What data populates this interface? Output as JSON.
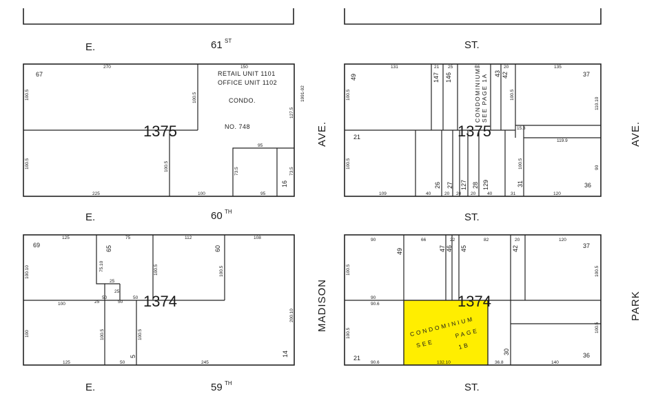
{
  "streets": {
    "s61_e": "E.",
    "s61_name": "61",
    "s61_sup": "ST",
    "s61_st": "ST.",
    "s60_e": "E.",
    "s60_name": "60",
    "s60_sup": "TH",
    "s60_st": "ST.",
    "s59_e": "E.",
    "s59_name": "59",
    "s59_sup": "TH",
    "s59_st": "ST.",
    "madison_ave": "AVE.",
    "madison": "MADISON",
    "park_ave": "AVE.",
    "park": "PARK"
  },
  "blocks": {
    "nw": "1375",
    "ne": "1375",
    "sw": "1374",
    "se": "1374"
  },
  "nw_block": {
    "condo_line1": "RETAIL UNIT 1101",
    "condo_line2": "OFFICE UNIT 1102",
    "condo_line3": "CONDO.",
    "condo_line4": "NO. 748",
    "lot_67": "67",
    "lot_16": "16",
    "d_270": "270",
    "d_150": "150",
    "d_1005a": "100.5",
    "d_1005b": "100.5",
    "d_1005c": "100.5",
    "d_1005d": "100.5",
    "d_1275": "127.5",
    "d_95a": "95",
    "d_95b": "95",
    "d_735a": "73.5",
    "d_735b": "73.5",
    "d_225": "225",
    "d_100": "100",
    "d_margin": "1991-92"
  },
  "ne_block": {
    "condo_v1": "CONDOMINIUM",
    "condo_v2": "SEE PAGE 1A",
    "lot_49": "49",
    "lot_147": "147",
    "lot_146": "146",
    "lot_43": "43",
    "lot_42": "42",
    "lot_37": "37",
    "lot_21": "21",
    "lot_26": "26",
    "lot_27": "27",
    "lot_127": "127",
    "lot_28": "28",
    "lot_129": "129",
    "lot_31": "31",
    "lot_36": "36",
    "d_131": "131",
    "d_21": "21",
    "d_25": "25",
    "d_66": "66",
    "d_20": "20",
    "d_135": "135",
    "d_11010": "110.10",
    "d_1005a": "100.5",
    "d_1005b": "100.5",
    "d_1005c": "100.5",
    "d_1005d": "100.5",
    "d_153": "15.3",
    "d_1199": "119.9",
    "d_90": "90",
    "d_109": "109",
    "d_40a": "40",
    "d_20a": "20",
    "d_20b": "20",
    "d_20c": "20",
    "d_40b": "40",
    "d_31": "31",
    "d_120": "120"
  },
  "sw_block": {
    "lot_69": "69",
    "lot_65": "65",
    "lot_60": "60",
    "lot_5": "5",
    "lot_14": "14",
    "d_125a": "125",
    "d_75": "75",
    "d_112": "112",
    "d_108": "108",
    "d_10010": "100.10",
    "d_7510": "75.10",
    "d_25a": "25",
    "d_25b": "25",
    "d_1005a": "100.5",
    "d_1005b": "100.5",
    "d_1005c": "100.5",
    "d_1005d": "100.5",
    "d_100a": "100",
    "d_100b": "100",
    "d_25c": "25",
    "d_50a": "50",
    "d_50b": "50",
    "d_50c": "50",
    "d_20010": "200.10",
    "d_125b": "125",
    "d_50d": "50",
    "d_245": "245"
  },
  "se_block": {
    "condo_l1": "CONDOMINIUM",
    "condo_l2": "SEE      PAGE",
    "condo_l3": "1B",
    "lot_49": "49",
    "lot_47": "47",
    "lot_46": "46",
    "lot_45": "45",
    "lot_42": "42",
    "lot_37": "37",
    "lot_21": "21",
    "lot_30": "30",
    "lot_36": "36",
    "d_90a": "90",
    "d_66": "66",
    "d_22": "22",
    "d_82": "82",
    "d_20": "20",
    "d_120": "120",
    "d_1005a": "100.5",
    "d_1005b": "100.5",
    "d_1005c": "100.5",
    "d_1005d": "100.5",
    "d_90b": "90",
    "d_906a": "90.6",
    "d_906b": "90.6",
    "d_13210": "132.10",
    "d_368": "36.8",
    "d_140": "140"
  },
  "colors": {
    "condo_fill": "#ffee00",
    "ink": "#222222",
    "paper": "#ffffff"
  }
}
